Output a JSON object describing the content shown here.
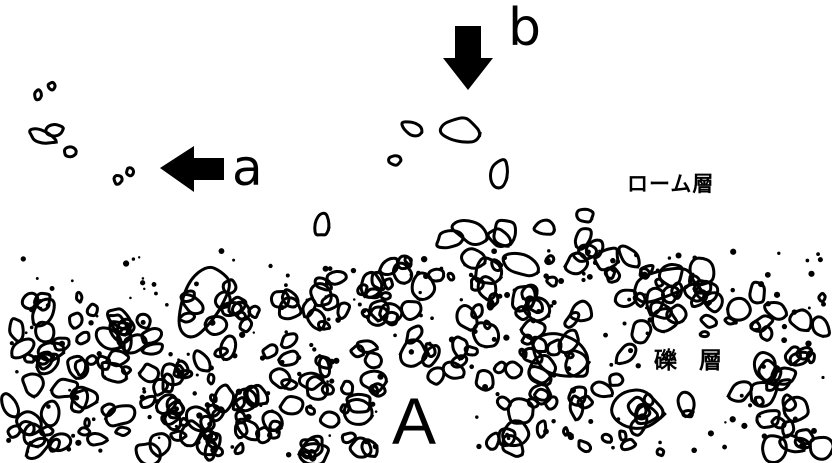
{
  "labels": {
    "a": "a",
    "b": "b",
    "A": "A",
    "loam_layer": "ローム層",
    "gravel_layer": "礫  層"
  },
  "arrows": [
    {
      "target": "a",
      "direction": "left"
    },
    {
      "target": "b",
      "direction": "down"
    }
  ],
  "colors": {
    "ink": "#000000",
    "background": "#ffffff"
  }
}
